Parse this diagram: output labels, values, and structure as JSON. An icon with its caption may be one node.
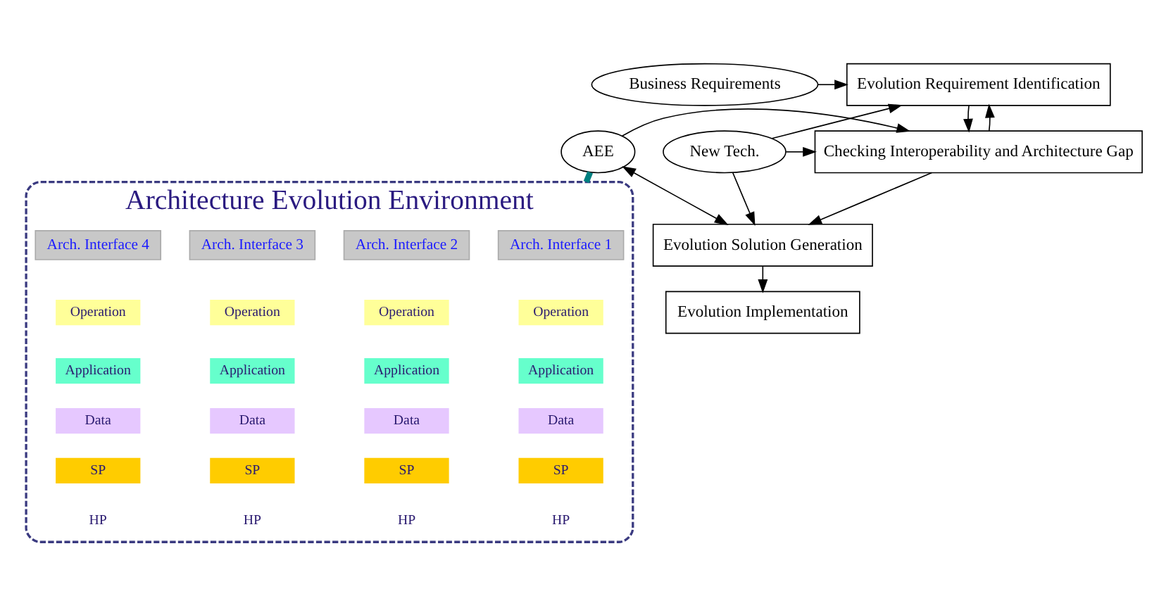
{
  "diagram": {
    "nodes": [
      {
        "text": [
          "Business Requirements"
        ]
      },
      {
        "text": [
          "Evolution Requirement Identification"
        ]
      },
      {
        "text": [
          "AEE"
        ]
      },
      {
        "text": [
          "Checking Interoperability and Architecture Gap"
        ]
      },
      {
        "text": [
          "New Tech."
        ]
      },
      {
        "text": [
          "Evolution Solution Generation"
        ]
      },
      {
        "text": [
          "Evolution Implementation"
        ]
      },
      {
        "text": [
          "Architecture Evolution Environment"
        ]
      },
      {
        "text": [
          "Arch. Interface 1"
        ],
        "in": 7
      },
      {
        "text": [
          "Operation"
        ],
        "in": 7
      },
      {
        "text": [
          "Application"
        ],
        "in": 7
      },
      {
        "text": [
          "Data"
        ],
        "in": 7
      },
      {
        "text": [
          "SP"
        ],
        "in": 7
      },
      {
        "text": [
          "HP"
        ],
        "in": 7
      },
      {
        "text": [
          "Arch. Interface 2"
        ],
        "in": 7
      },
      {
        "text": [
          "Operation"
        ],
        "in": 7
      },
      {
        "text": [
          "Application"
        ],
        "in": 7
      },
      {
        "text": [
          "Data"
        ],
        "in": 7
      },
      {
        "text": [
          "SP"
        ],
        "in": 7
      },
      {
        "text": [
          "HP"
        ],
        "in": 7
      },
      {
        "text": [
          "Arch. Interface 3"
        ],
        "in": 7
      },
      {
        "text": [
          "Operation"
        ],
        "in": 7
      },
      {
        "text": [
          "Application"
        ],
        "in": 7
      },
      {
        "text": [
          "Data"
        ],
        "in": 7
      },
      {
        "text": [
          "SP"
        ],
        "in": 7
      },
      {
        "text": [
          "HP"
        ],
        "in": 7
      },
      {
        "text": [
          "Arch. Interface 4"
        ],
        "in": 7
      },
      {
        "text": [
          "Operation"
        ],
        "in": 7
      },
      {
        "text": [
          "Application"
        ],
        "in": 7
      },
      {
        "text": [
          "Data"
        ],
        "in": 7
      },
      {
        "text": [
          "SP"
        ],
        "in": 7
      },
      {
        "text": [
          "HP"
        ],
        "in": 7
      }
    ],
    "edges": [
      {
        "from": 0,
        "to": 1,
        "arrow": "to"
      },
      {
        "from": 1,
        "to": 3,
        "arrow": "to"
      },
      {
        "from": 3,
        "to": 1,
        "arrow": "to"
      },
      {
        "from": 4,
        "to": 1,
        "arrow": "to"
      },
      {
        "from": 2,
        "to": 3,
        "arrow": "to"
      },
      {
        "from": 4,
        "to": 3,
        "arrow": "to"
      },
      {
        "from": 3,
        "to": 5,
        "arrow": "to"
      },
      {
        "from": 2,
        "to": 5,
        "arrow": "both"
      },
      {
        "from": 4,
        "to": 5,
        "arrow": "to"
      },
      {
        "from": 5,
        "to": 6,
        "arrow": "to"
      },
      {
        "from": 2,
        "to": 7,
        "arrow": "none",
        "style": "thick",
        "color": "#008080"
      }
    ]
  }
}
